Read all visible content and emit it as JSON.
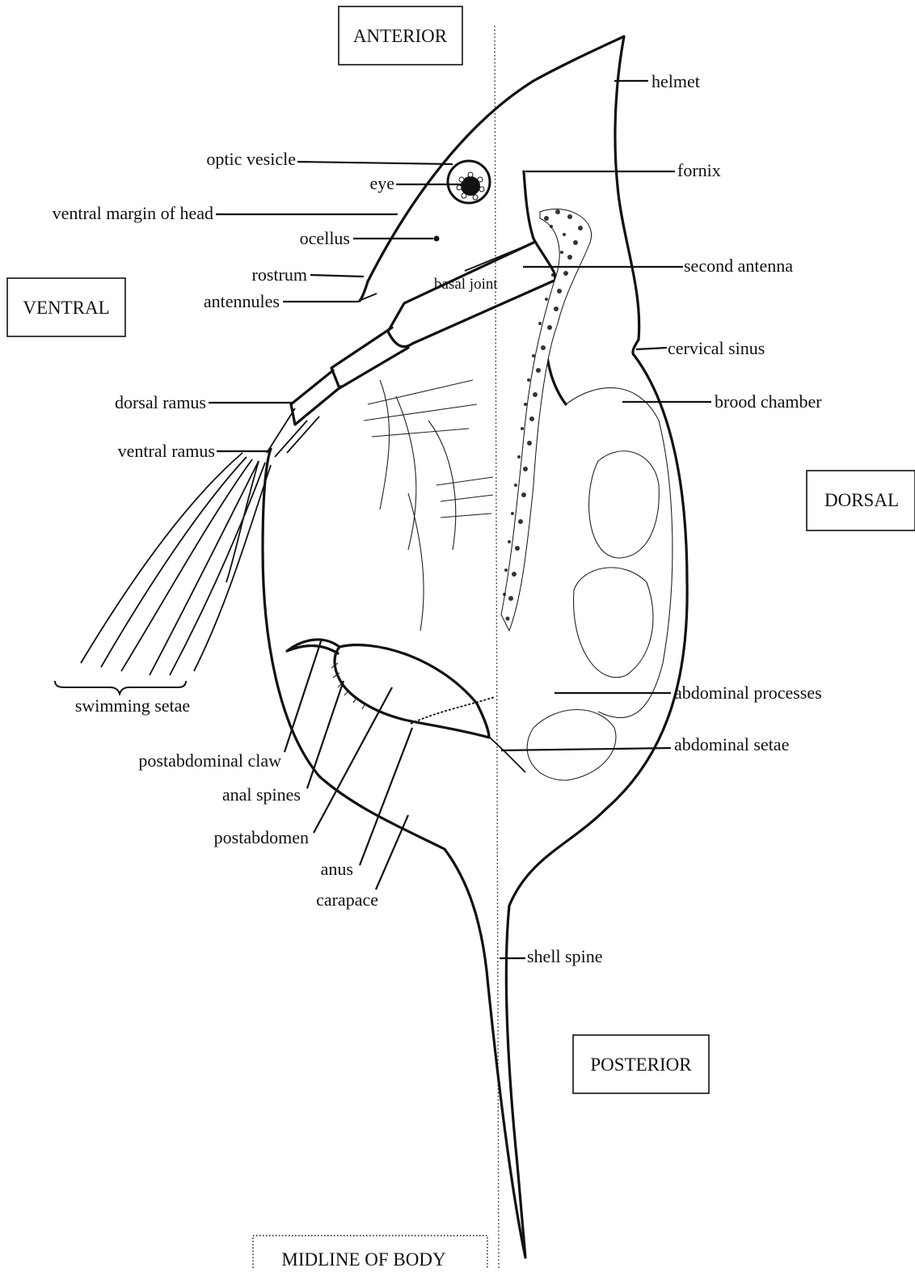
{
  "directions": {
    "anterior": "ANTERIOR",
    "posterior": "POSTERIOR",
    "ventral": "VENTRAL",
    "dorsal": "DORSAL",
    "midline": "MIDLINE OF BODY"
  },
  "labels": {
    "helmet": "helmet",
    "optic_vesicle": "optic vesicle",
    "eye": "eye",
    "fornix": "fornix",
    "ventral_margin_of_head": "ventral margin of head",
    "ocellus": "ocellus",
    "rostrum": "rostrum",
    "second_antenna": "second antenna",
    "basal_joint": "basal joint",
    "antennules": "antennules",
    "cervical_sinus": "cervical sinus",
    "brood_chamber": "brood chamber",
    "dorsal_ramus": "dorsal ramus",
    "ventral_ramus": "ventral ramus",
    "swimming_setae": "swimming setae",
    "abdominal_processes": "abdominal processes",
    "abdominal_setae": "abdominal setae",
    "postabdominal_claw": "postabdominal claw",
    "anal_spines": "anal spines",
    "postabdomen": "postabdomen",
    "anus": "anus",
    "carapace": "carapace",
    "shell_spine": "shell spine"
  }
}
